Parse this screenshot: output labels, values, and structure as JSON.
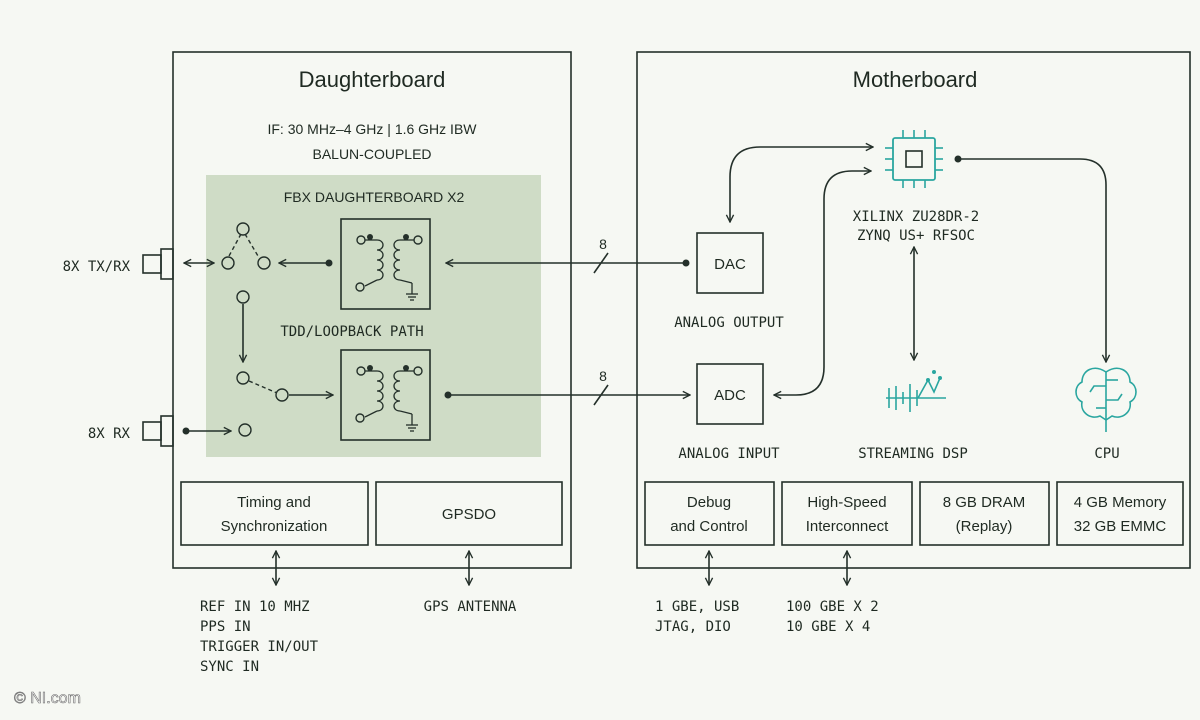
{
  "daughterboard": {
    "title": "Daughterboard",
    "if_range": "IF: 30 MHz–4 GHz | 1.6 GHz IBW",
    "coupling": "BALUN-COUPLED",
    "fbx_title": "FBX DAUGHTERBOARD X2",
    "tdd_label": "TDD/LOOPBACK PATH",
    "bottom_boxes": [
      {
        "line1": "Timing and",
        "line2": "Synchronization"
      },
      {
        "line1": "GPSDO",
        "line2": ""
      }
    ]
  },
  "ports": {
    "txrx": "8X TX/RX",
    "rx": "8X RX"
  },
  "links": {
    "dac_bus_width": "8",
    "adc_bus_width": "8"
  },
  "motherboard": {
    "title": "Motherboard",
    "fpga_line1": "XILINX ZU28DR-2",
    "fpga_line2": "ZYNQ US+ RFSOC",
    "dac": "DAC",
    "adc": "ADC",
    "analog_output": "ANALOG OUTPUT",
    "analog_input": "ANALOG INPUT",
    "streaming_dsp": "STREAMING DSP",
    "cpu": "CPU",
    "bottom_boxes": [
      {
        "line1": "Debug",
        "line2": "and Control"
      },
      {
        "line1": "High-Speed",
        "line2": "Interconnect"
      },
      {
        "line1": "8 GB DRAM",
        "line2": "(Replay)"
      },
      {
        "line1": "4 GB Memory",
        "line2": "32 GB EMMC"
      }
    ]
  },
  "external": {
    "timing": [
      "REF IN 10 MHZ",
      "PPS IN",
      "TRIGGER IN/OUT",
      "SYNC IN"
    ],
    "gps": "GPS ANTENNA",
    "debug": [
      "1 GBE, USB",
      "JTAG, DIO"
    ],
    "interconnect": [
      "100 GBE X 2",
      "10 GBE X 4"
    ]
  },
  "watermark": "© NI.com"
}
